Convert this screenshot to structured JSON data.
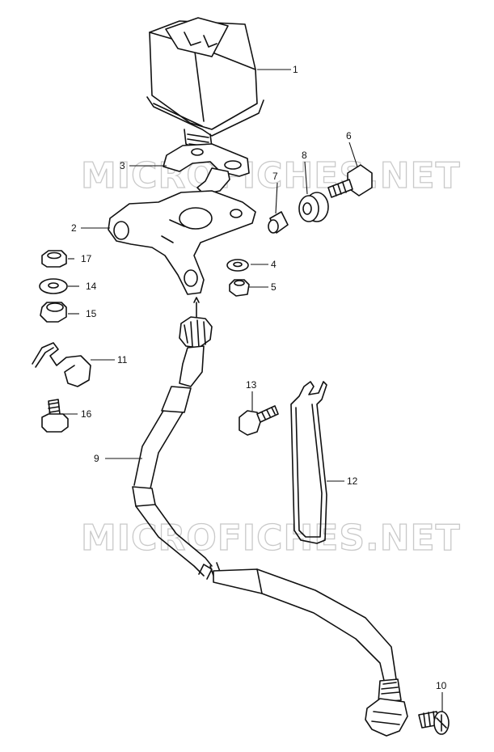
{
  "watermark": "MICROFICHES.NET",
  "callouts": {
    "p1": "1",
    "p2": "2",
    "p3": "3",
    "p4": "4",
    "p5": "5",
    "p6": "6",
    "p7": "7",
    "p8": "8",
    "p9": "9",
    "p10": "10",
    "p11": "11",
    "p12": "12",
    "p13": "13",
    "p14": "14",
    "p15": "15",
    "p16": "16",
    "p17": "17"
  }
}
